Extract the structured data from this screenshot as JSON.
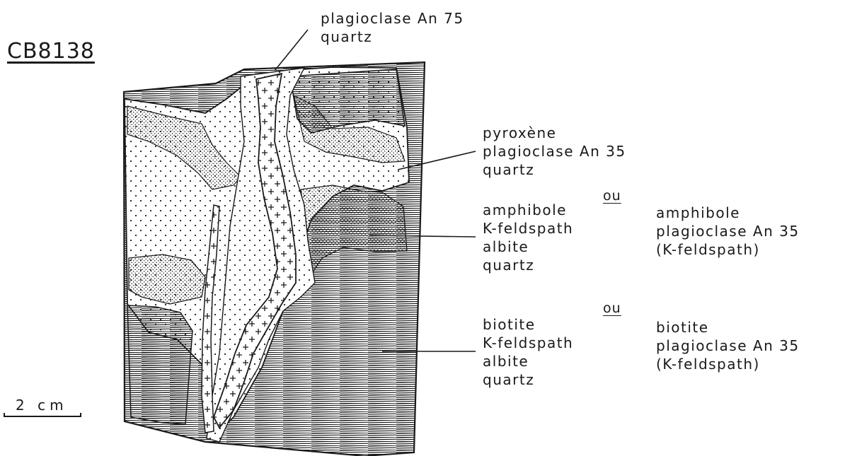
{
  "sample_id": "CB8138",
  "scale_label": "2 cm",
  "separator": "ou",
  "labels": {
    "vein_top": [
      "plagioclase An 75",
      "quartz"
    ],
    "upper_zone": [
      "pyroxène",
      "plagioclase  An 35",
      "quartz"
    ],
    "middle_zone_left": [
      "amphibole",
      "K-feldspath",
      "albite",
      "quartz"
    ],
    "middle_zone_right": [
      "amphibole",
      "plagioclase  An 35",
      "(K-feldspath)"
    ],
    "lower_zone_left": [
      "biotite",
      "K-feldspath",
      "albite",
      "quartz"
    ],
    "lower_zone_right": [
      "biotite",
      "plagioclase  An 35",
      "(K-feldspath)"
    ]
  },
  "colors": {
    "ink": "#1a1a1a",
    "paper": "#ffffff"
  }
}
